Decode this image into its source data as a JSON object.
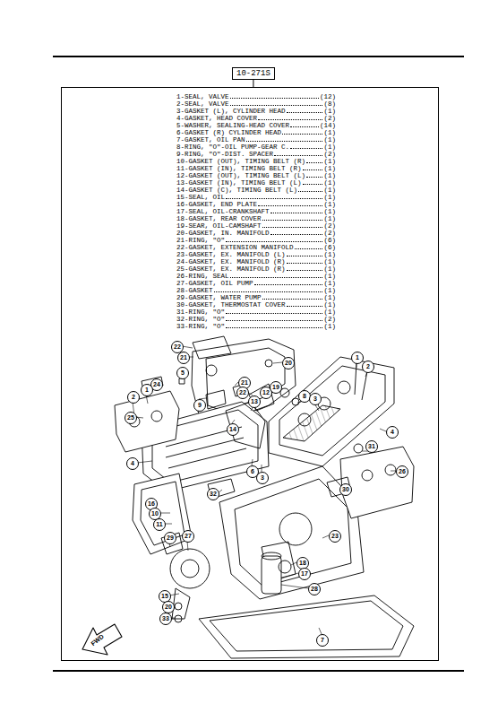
{
  "diagram": {
    "nodes": [
      {
        "text": [
          "10-271S"
        ]
      },
      {
        "text": [
          "1-SEAL, VALVE",
          "(12)",
          "2-SEAL, VALVE",
          "(8)",
          "3-GASKET (L), CYLINDER HEAD",
          "(1)",
          "4-GASKET, HEAD COVER",
          "(2)",
          "5-WASHER, SEALING-HEAD COVER",
          "(14)",
          "6-GASKET (R) CYLINDER HEAD",
          "(1)",
          "7-GASKET, OIL PAN",
          "(1)",
          "8-RING, \"O\"-OIL PUMP-GEAR C.",
          "(1)",
          "9-RING, \"O\"-DIST. SPACER",
          "(2)",
          "10-GASKET (OUT), TIMING BELT (R)",
          "(1)",
          "11-GASKET (IN), TIMING BELT (R)",
          "(1)",
          "12-GASKET (OUT), TIMING BELT (L)",
          "(1)",
          "13-GASKET (IN), TIMING BELT (L)",
          "(1)",
          "14-GASKET (C), TIMING BELT (L)",
          "(1)",
          "15-SEAL, OIL",
          "(1)",
          "16-GASKET, END PLATE",
          "(1)",
          "17-SEAL, OIL-CRANKSHAFT",
          "(1)",
          "18-GASKET, REAR COVER",
          "(1)",
          "19-SEAR, OIL-CAMSHAFT",
          "(2)",
          "20-GASKET, IN. MANIFOLD",
          "(2)",
          "21-RING, \"O\"",
          "(6)",
          "22-GASKET, EXTENSION MANIFOLD",
          "(6)",
          "23-GASKET, EX. MANIFOLD (L)",
          "(1)",
          "24-GASKET, EX. MANIFOLD (R)",
          "(1)",
          "25-GASKET, EX. MANIFOLD (R)",
          "(1)",
          "26-RING, SEAL",
          "(1)",
          "27-GASKET, OIL PUMP",
          "(1)",
          "28-GASKET",
          "(1)",
          "29-GASKET, WATER PUMP",
          "(1)",
          "30-GASKET, THERMOSTAT COVER",
          "(1)",
          "31-RING, \"O\"",
          "(1)",
          "32-RING, \"O\"",
          "(2)",
          "33-RING, \"O\"",
          "(1)"
        ]
      }
    ],
    "edges": [
      {
        "from": 0,
        "to": 1,
        "arrow": "none"
      }
    ],
    "labels": [
      "22",
      "21",
      "20",
      "5",
      "21",
      "22",
      "13",
      "12",
      "19",
      "8",
      "3",
      "1",
      "2",
      "24",
      "1",
      "2",
      "25",
      "9",
      "14",
      "4",
      "4",
      "6",
      "3",
      "31",
      "26",
      "30",
      "16",
      "10",
      "11",
      "32",
      "23",
      "18",
      "17",
      "28",
      "29",
      "27",
      "15",
      "20",
      "33",
      "7",
      "FWD"
    ]
  }
}
